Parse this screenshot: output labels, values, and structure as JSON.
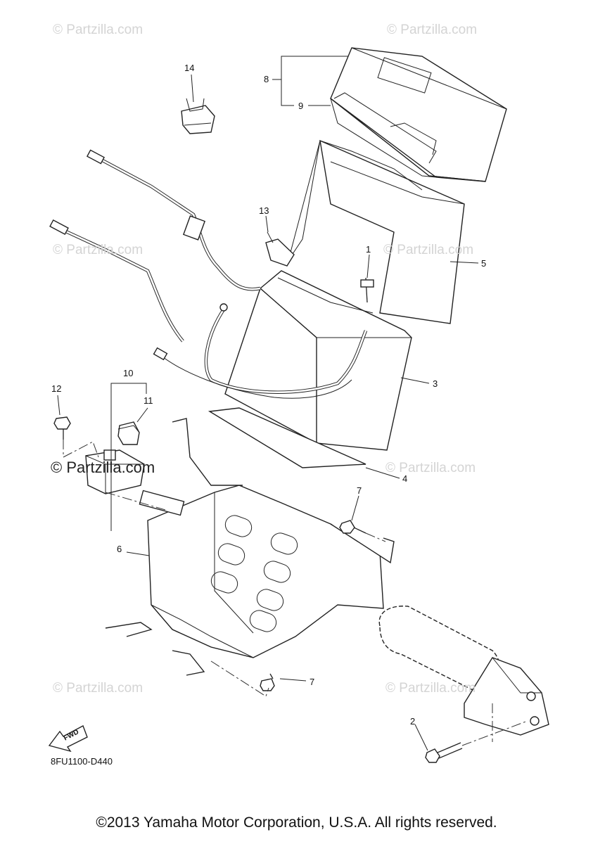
{
  "watermark": {
    "text": "© Partzilla.com"
  },
  "callouts": [
    "1",
    "2",
    "3",
    "4",
    "5",
    "6",
    "7",
    "7",
    "8",
    "9",
    "10",
    "11",
    "12",
    "13",
    "14"
  ],
  "fwd_label": "FWD",
  "diagram_code": "8FU1100-D440",
  "copyright": "©2013 Yamaha Motor Corporation, U.S.A. All rights reserved."
}
